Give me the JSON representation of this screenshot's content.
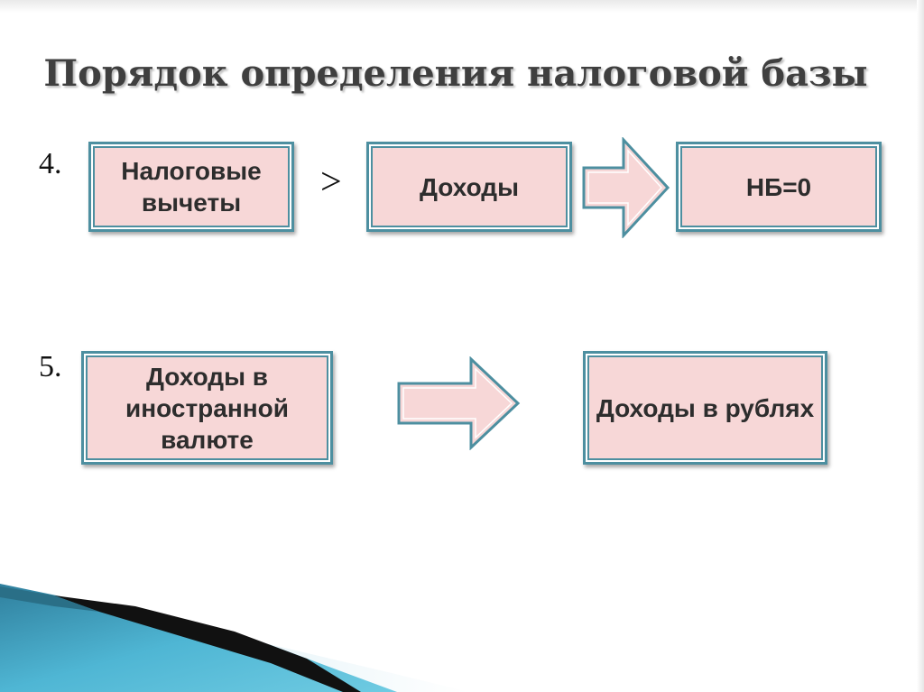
{
  "slide": {
    "title": "Порядок определения налоговой базы"
  },
  "row4": {
    "number": "4.",
    "box1": "Налоговые вычеты",
    "comparator": ">",
    "box2": "Доходы",
    "result": "НБ=0"
  },
  "row5": {
    "number": "5.",
    "box1": "Доходы в иностранной валюте",
    "result": "Доходы в рублях"
  },
  "colors": {
    "box_fill": "#f7d7d7",
    "box_border": "#4d8fa0",
    "arrow_fill": "#f7d7d7",
    "deco_teal": "#3a9ab8",
    "deco_dark": "#111111"
  }
}
